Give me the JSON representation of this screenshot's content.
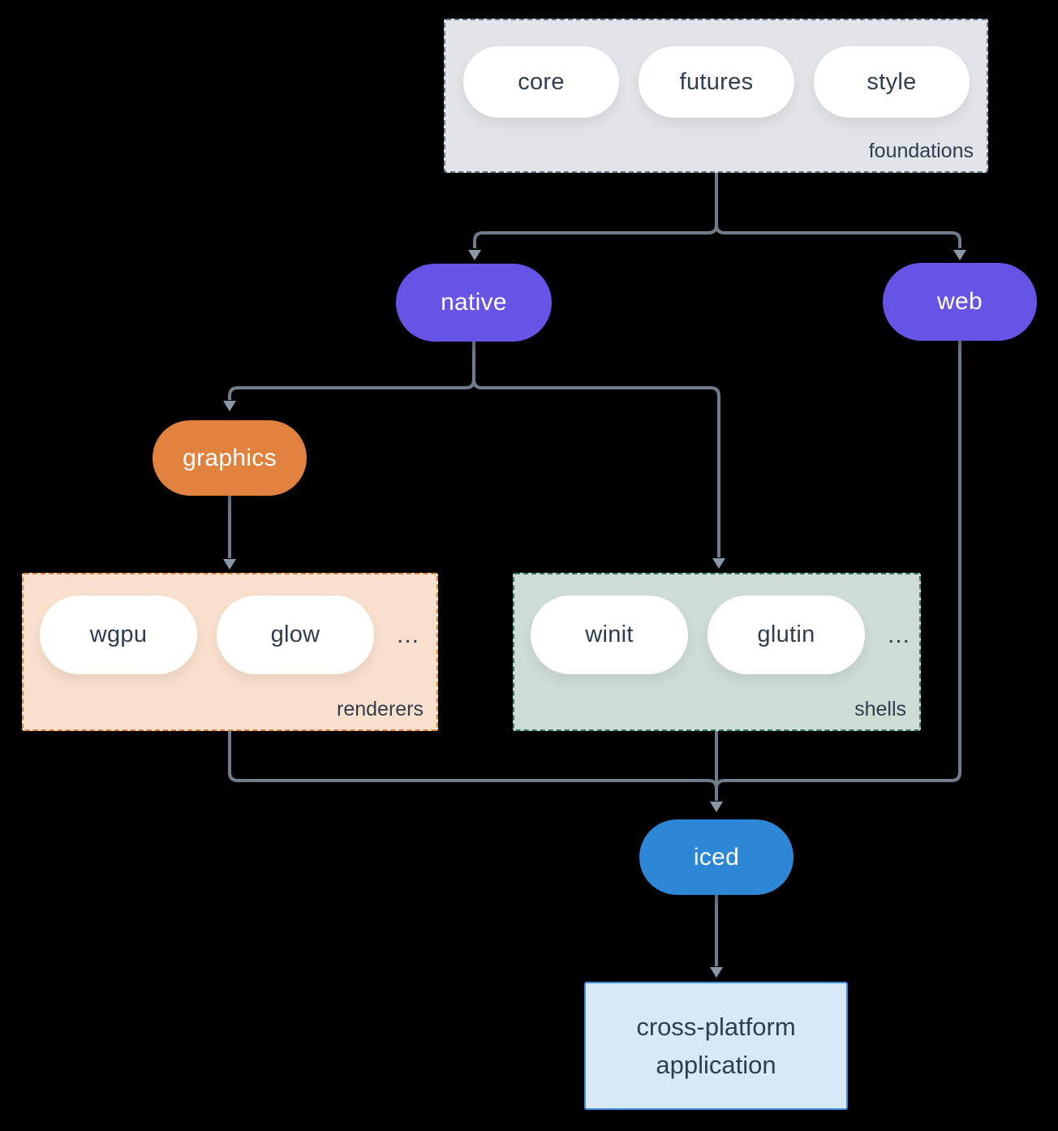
{
  "colors": {
    "bg": "#000000",
    "line": "#6e7c8b",
    "arrow": "#8a97a6",
    "dark-text": "#2f3e4e",
    "pill-white": "#ffffff",
    "purple": "#6554e6",
    "orange": "#e0813d",
    "blue": "#2e86d6",
    "foundations-fill": "#e1e4e8",
    "foundations-border": "#6b7a8a",
    "renderers-fill": "#f9e0cc",
    "renderers-border": "#e0813d",
    "shells-fill": "#cdddd5",
    "shells-border": "#2f7a6a",
    "app-fill": "#d8e8f8",
    "app-border": "#3e8bd9"
  },
  "groups": {
    "foundations": {
      "label": "foundations",
      "pills": [
        "core",
        "futures",
        "style"
      ]
    },
    "renderers": {
      "label": "renderers",
      "pills": [
        "wgpu",
        "glow"
      ],
      "more": "..."
    },
    "shells": {
      "label": "shells",
      "pills": [
        "winit",
        "glutin"
      ],
      "more": "..."
    }
  },
  "nodes": {
    "native": "native",
    "web": "web",
    "graphics": "graphics",
    "iced": "iced",
    "application": {
      "line1": "cross-platform",
      "line2": "application"
    }
  }
}
